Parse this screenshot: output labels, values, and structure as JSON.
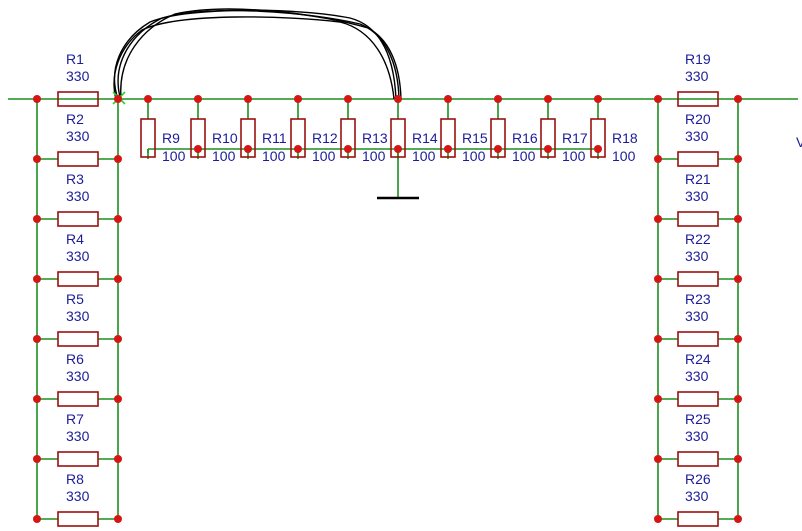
{
  "schematic": {
    "left_column": [
      {
        "name": "R1",
        "value": "330"
      },
      {
        "name": "R2",
        "value": "330"
      },
      {
        "name": "R3",
        "value": "330"
      },
      {
        "name": "R4",
        "value": "330"
      },
      {
        "name": "R5",
        "value": "330"
      },
      {
        "name": "R6",
        "value": "330"
      },
      {
        "name": "R7",
        "value": "330"
      },
      {
        "name": "R8",
        "value": "330"
      }
    ],
    "middle_row": [
      {
        "name": "R9",
        "value": "100"
      },
      {
        "name": "R10",
        "value": "100"
      },
      {
        "name": "R11",
        "value": "100"
      },
      {
        "name": "R12",
        "value": "100"
      },
      {
        "name": "R13",
        "value": "100"
      },
      {
        "name": "R14",
        "value": "100"
      },
      {
        "name": "R15",
        "value": "100"
      },
      {
        "name": "R16",
        "value": "100"
      },
      {
        "name": "R17",
        "value": "100"
      },
      {
        "name": "R18",
        "value": "100"
      }
    ],
    "right_column": [
      {
        "name": "R19",
        "value": "330"
      },
      {
        "name": "R20",
        "value": "330"
      },
      {
        "name": "R21",
        "value": "330"
      },
      {
        "name": "R22",
        "value": "330"
      },
      {
        "name": "R23",
        "value": "330"
      },
      {
        "name": "R24",
        "value": "330"
      },
      {
        "name": "R25",
        "value": "330"
      },
      {
        "name": "R26",
        "value": "330"
      }
    ],
    "edge_text": "V",
    "colors": {
      "wire": "#1d8f1d",
      "resistor": "#9b1111",
      "junction": "#d61515",
      "label": "#1c1c9a",
      "scribble": "#000000",
      "cursor_mark": "#2bd42b"
    }
  }
}
